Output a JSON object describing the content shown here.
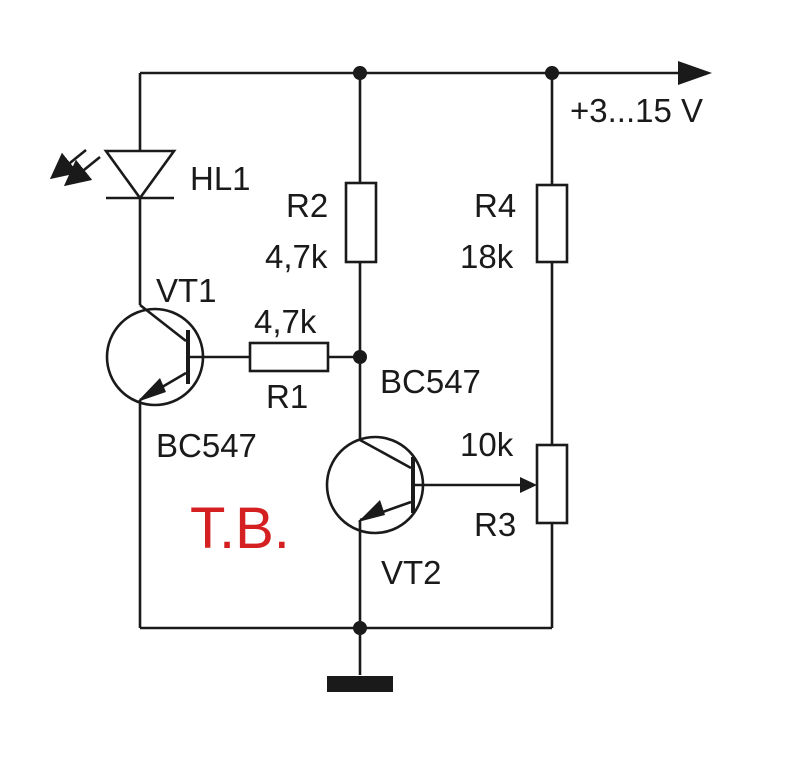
{
  "supply": {
    "label": "+3...15 V"
  },
  "components": {
    "led": {
      "ref": "HL1"
    },
    "vt1": {
      "ref": "VT1",
      "part": "BC547"
    },
    "vt2": {
      "ref": "VT2",
      "part": "BC547"
    },
    "r1": {
      "ref": "R1",
      "value": "4,7k"
    },
    "r2": {
      "ref": "R2",
      "value": "4,7k"
    },
    "r3": {
      "ref": "R3",
      "value": "10k"
    },
    "r4": {
      "ref": "R4",
      "value": "18k"
    }
  },
  "watermark": {
    "text": "T.B.",
    "color": "#d42020"
  },
  "colors": {
    "wire": "#1a1a1a"
  }
}
